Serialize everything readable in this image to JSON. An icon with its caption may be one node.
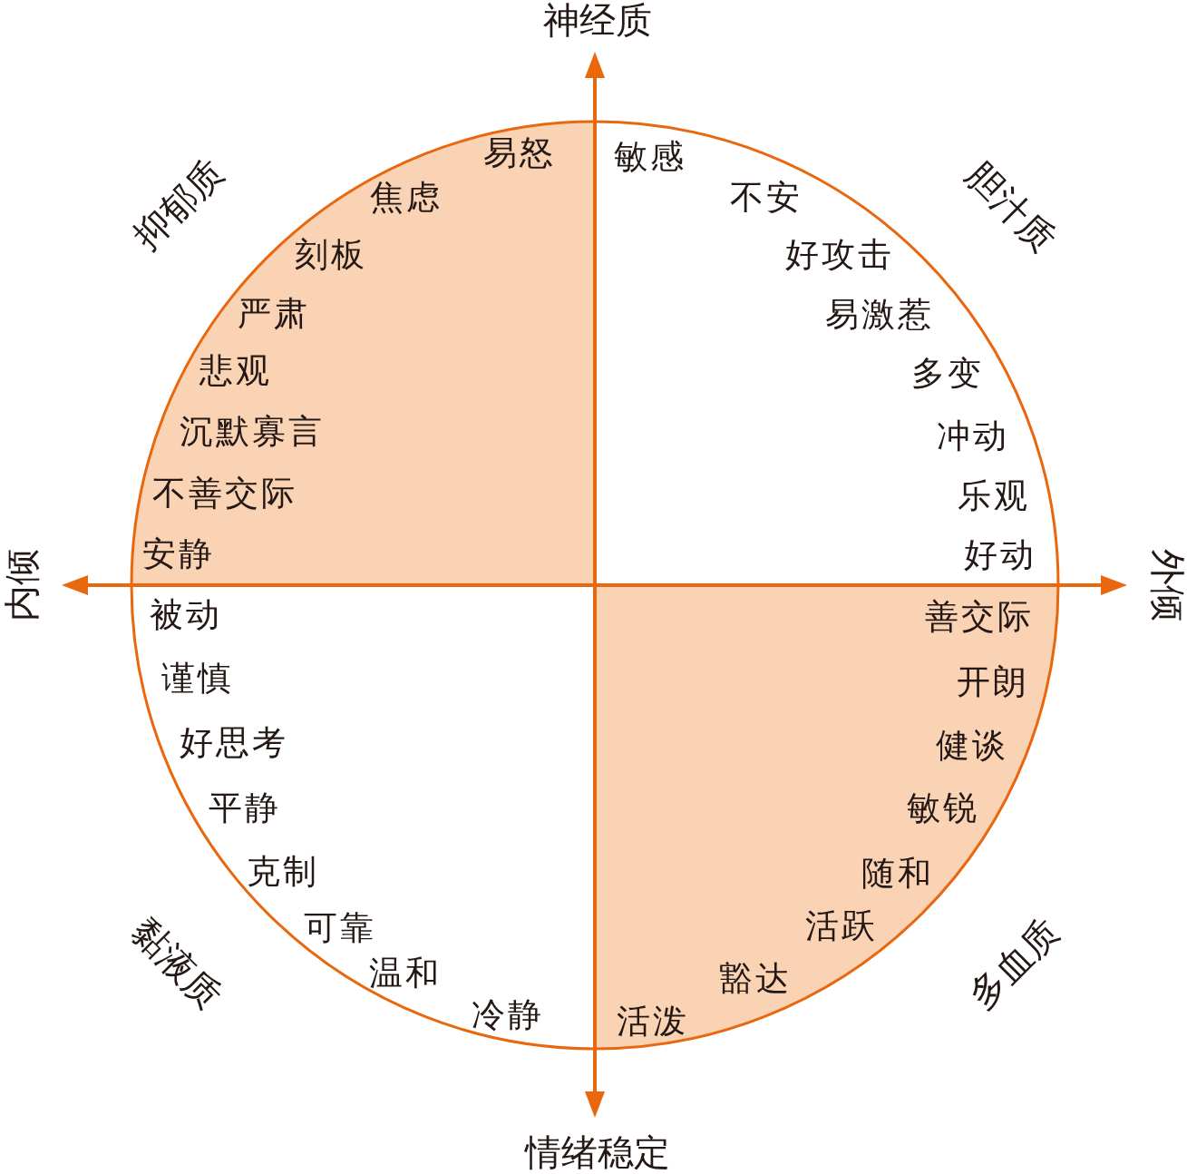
{
  "diagram": {
    "nodes": [
      {
        "text": [
          "抑郁质",
          "易怒",
          "焦虑",
          "刻板",
          "严肃",
          "悲观",
          "沉默寡言",
          "不善交际",
          "安静"
        ]
      },
      {
        "text": [
          "胆汁质",
          "敏感",
          "不安",
          "好攻击",
          "易激惹",
          "多变",
          "冲动",
          "乐观",
          "好动"
        ]
      },
      {
        "text": [
          "黏液质",
          "被动",
          "谨慎",
          "好思考",
          "平静",
          "克制",
          "可靠",
          "温和",
          "冷静"
        ]
      },
      {
        "text": [
          "多血质",
          "善交际",
          "开朗",
          "健谈",
          "敏锐",
          "随和",
          "活跃",
          "豁达",
          "活泼"
        ]
      }
    ],
    "labels": [
      "神经质",
      "内倾",
      "外倾",
      "情绪稳定"
    ]
  }
}
